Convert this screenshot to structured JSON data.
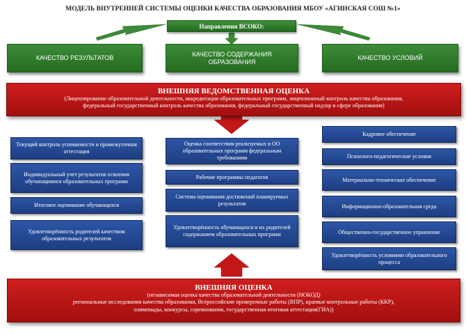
{
  "title": "МОДЕЛЬ ВНУТРЕННЕЙ СИСТЕМЫ ОЦЕНКИ КАЧЕСТВА ОБРАЗОВАНИЯ МБОУ «АГИНСКАЯ СОШ №1»",
  "directions_head": "Направления ВСОКО:",
  "directions": [
    "КАЧЕСТВО РЕЗУЛЬТАТОВ",
    "КАЧЕСТВО СОДЕРЖАНИЯ ОБРАЗОВАНИЯ",
    "КАЧЕСТВО УСЛОВИЙ"
  ],
  "external_departmental": {
    "heading": "ВНЕШНЯЯ ВЕДОМСТВЕННАЯ ОЦЕНКА",
    "line1": "(Лицензирование образовательной деятельности, аккредитация образовательных программ, лицензионный контроль качества образования,",
    "line2": "федеральный государственный контроль качества образования, федеральный государственный надзор в сфере образования)"
  },
  "columns": {
    "results": [
      "Текущий контроль успеваемости и промежуточная аттестация",
      "Индивидуальный учет результатов освоения обучающимися образовательных программ",
      "Итоговое оценивание обучающихся",
      "Удовлетворённость родителей качеством образовательных результатов"
    ],
    "content": [
      "Оценка соответствия реализуемых в ОО образовательных программ федеральным требованиям",
      "Рабочие программы педагогов",
      "Система оценивания достижений планируемых результатов",
      "Удовлетворённость обучающихся и их родителей содержанием образовательных программ"
    ],
    "conditions": [
      "Кадровое обеспечение",
      "Психолого-педагогические условия",
      "Материально-техническое обеспечение",
      "Информационно-образовательная среда",
      "Общественно-государственное управление",
      "Удовлетворённость условиями образовательного процесса"
    ]
  },
  "external": {
    "heading": "ВНЕШНЯЯ ОЦЕНКА",
    "line1": "(независимая оценка качества образовательной деятельности (НОКОД)",
    "line2": "региональные исследования качества образования, Всероссийские проверочные работы (ВПР), краевые контрольные работы (ККР),",
    "line3": "олимпиады, конкурсы, соревнования, государственная итоговая аттестация(ГИА))"
  },
  "colors": {
    "green": "#2d7a29",
    "red": "#c01515",
    "blue": "#23468f"
  }
}
